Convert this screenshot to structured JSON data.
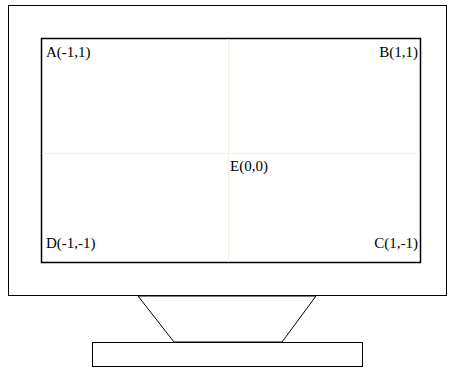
{
  "diagram": {
    "labels": [
      "A(-1,1)",
      "B(1,1)",
      "E(0,0)",
      "D(-1,-1)",
      "C(1,-1)"
    ]
  }
}
